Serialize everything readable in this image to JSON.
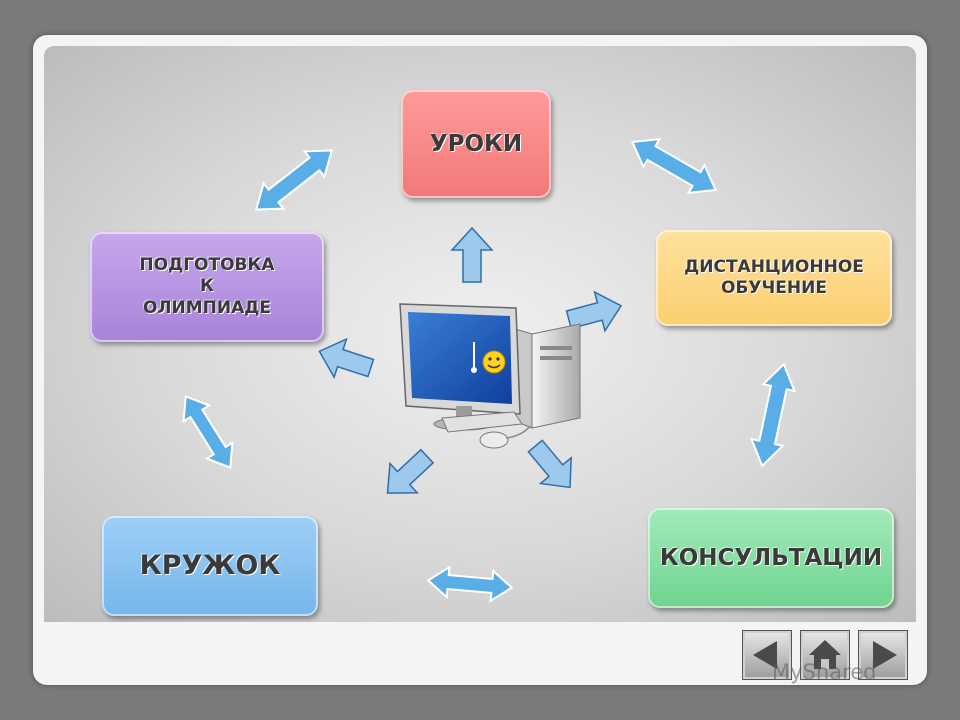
{
  "nodes": {
    "lessons": "УРОКИ",
    "distance": [
      "ДИСТАНЦИОННОЕ",
      "ОБУЧЕНИЕ"
    ],
    "olympiad": [
      "ПОДГОТОВКА",
      "К",
      "ОЛИМПИАДЕ"
    ],
    "club": "КРУЖОК",
    "consultations": "КОНСУЛЬТАЦИИ"
  },
  "navigation": [
    "back-button",
    "home-button",
    "forward-button"
  ],
  "watermark": "MyShared",
  "colors": {
    "lessons": "#f27878",
    "distance": "#fbcf70",
    "olympiad": "#a883d9",
    "club": "#76b6ec",
    "consultations": "#6fd48f",
    "arrow_fill": "#5aaee8"
  }
}
